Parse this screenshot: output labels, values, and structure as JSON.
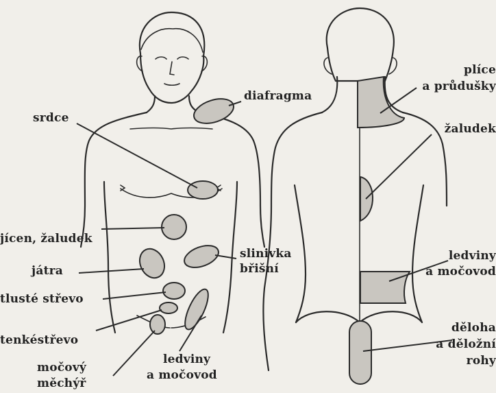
{
  "colors": {
    "background": "#f1efea",
    "ink": "#2a2a2a",
    "zone_fill": "#c9c6c0"
  },
  "front_labels": {
    "srdce": "srdce",
    "diafragma": "diafragma",
    "jicen": "jícen, žaludek",
    "jatra": "játra",
    "slinivka_1": "slinivka",
    "slinivka_2": "břišní",
    "tluste": "tlusté střevo",
    "tenke": "tenkéstřevo",
    "mocovy_1": "močový",
    "mocovy_2": "měchýř",
    "ledviny_1": "ledviny",
    "ledviny_2": "a močovod"
  },
  "back_labels": {
    "plice_1": "plíce",
    "plice_2": "a průdušky",
    "zaludek": "žaludek",
    "ledviny_1": "ledviny",
    "ledviny_2": "a močovod",
    "deloha_1": "děloha",
    "deloha_2": "a děložní",
    "deloha_3": "rohy"
  }
}
